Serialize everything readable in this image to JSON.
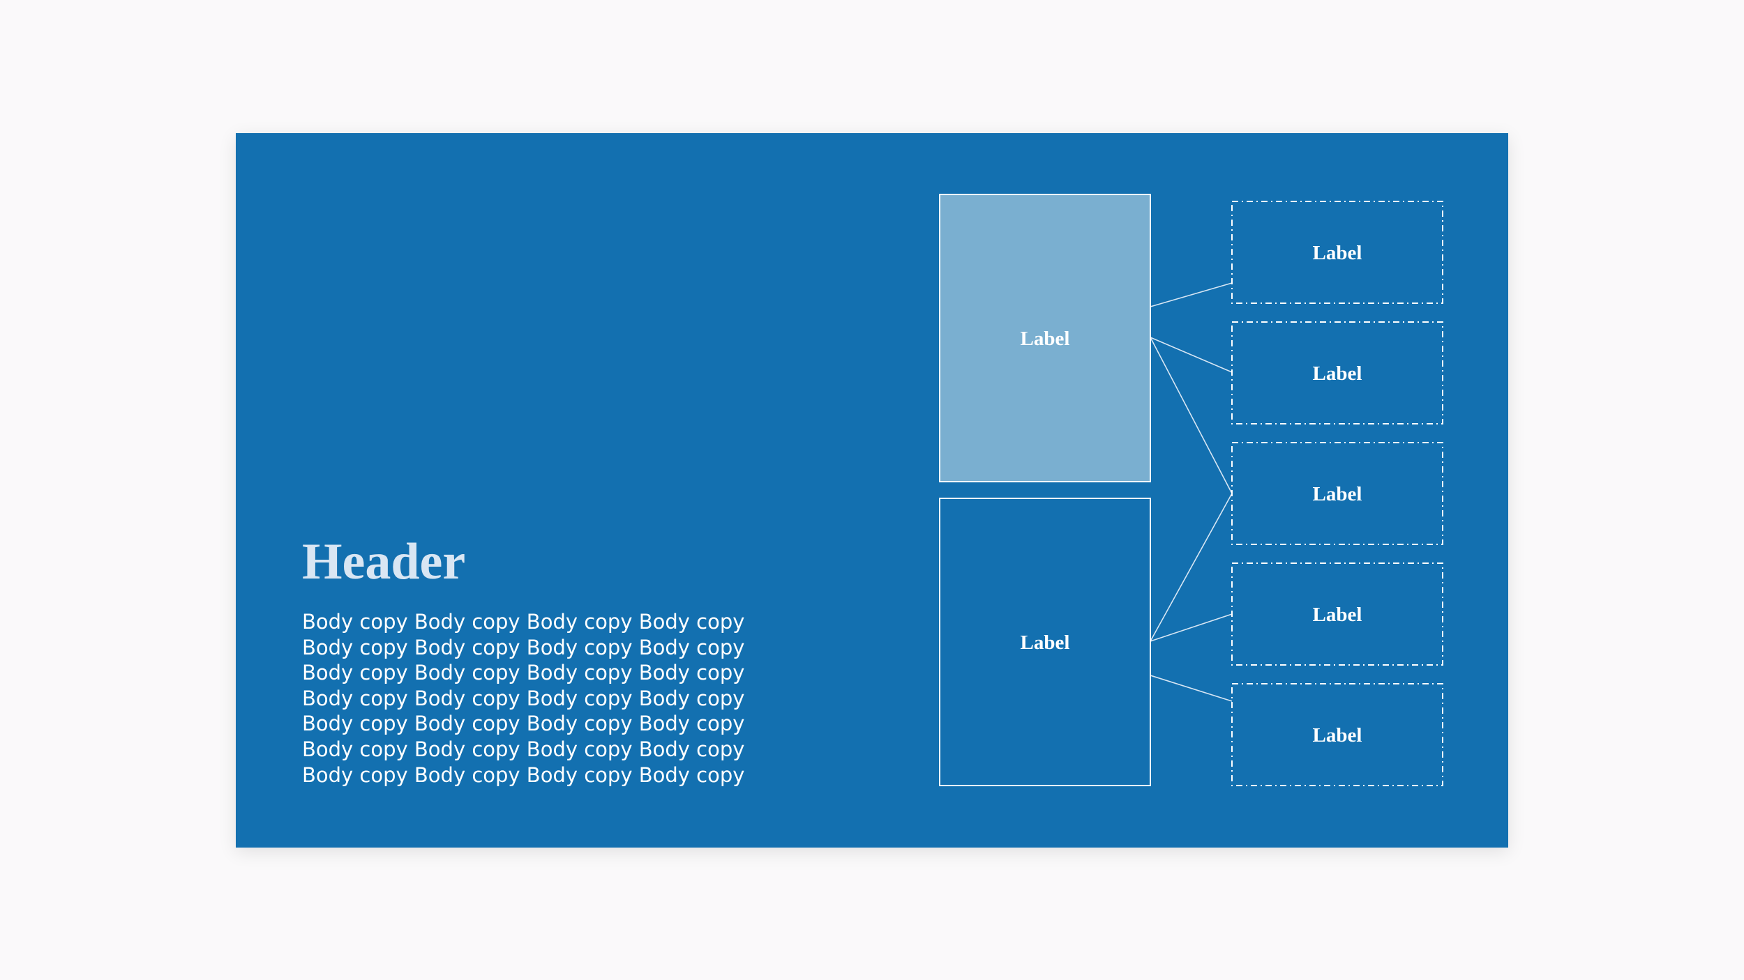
{
  "slide": {
    "header": "Header",
    "body_lines": [
      "Body copy Body copy Body copy Body copy",
      "Body copy Body copy Body copy Body copy",
      "Body copy Body copy Body copy Body copy",
      "Body copy Body copy Body copy Body copy",
      "Body copy Body copy Body copy Body copy",
      "Body copy Body copy Body copy Body copy",
      "Body copy Body copy Body copy Body copy"
    ]
  },
  "diagram": {
    "sources": [
      {
        "label": "Label"
      },
      {
        "label": "Label"
      }
    ],
    "targets": [
      {
        "label": "Label"
      },
      {
        "label": "Label"
      },
      {
        "label": "Label"
      },
      {
        "label": "Label"
      },
      {
        "label": "Label"
      }
    ]
  },
  "colors": {
    "slide_background": "#1370b0",
    "page_background": "#faf9fa",
    "highlight_fill": "#7aafd0",
    "outline": "#ffffff",
    "header_text": "#d9e6f3"
  }
}
